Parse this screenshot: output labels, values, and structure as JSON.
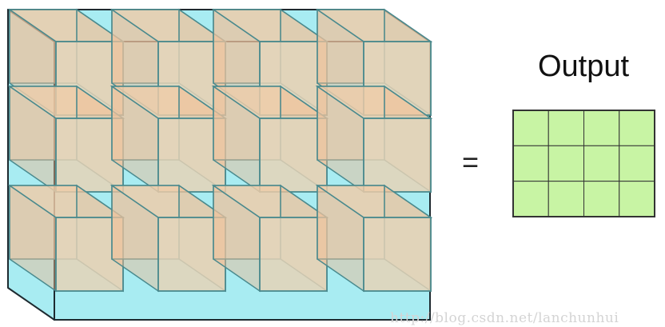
{
  "diagram": {
    "output_label": "Output",
    "operator": "=",
    "watermark": "http://blog.csdn.net/lanchunhui",
    "volume": {
      "pool_rows": 3,
      "pool_cols": 4
    },
    "output_grid": {
      "rows": 3,
      "cols": 4
    },
    "colors": {
      "volume_fill": "#a8ecf2",
      "volume_edge": "#1e2a30",
      "block_fill": "#e8d2b4",
      "block_edge": "#4a8a8e",
      "block_side": "#f1b98e",
      "block_top": "#f4c9a3",
      "grid_fill": "#c8f4a4",
      "grid_line": "#333333"
    }
  }
}
